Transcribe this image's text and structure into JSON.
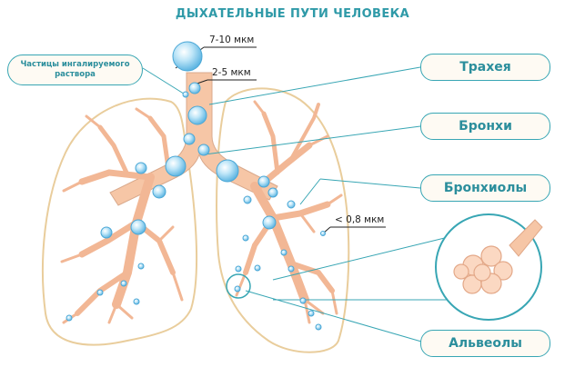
{
  "title": "ДЫХАТЕЛЬНЫЕ ПУТИ ЧЕЛОВЕКА",
  "particles_label": "Частицы ингалируемого раствора",
  "labels": {
    "trachea": "Трахея",
    "bronchi": "Бронхи",
    "bronchioles": "Бронхиолы",
    "alveoli": "Альвеолы"
  },
  "sizes": {
    "large": "7-10 мкм",
    "medium": "2-5 мкм",
    "small": "< 0,8 мкм"
  },
  "colors": {
    "accent": "#38a6b4",
    "airway": "#f6c6a6",
    "droplet": "#8fd0ef",
    "lung_outline": "#e9cd9c"
  }
}
